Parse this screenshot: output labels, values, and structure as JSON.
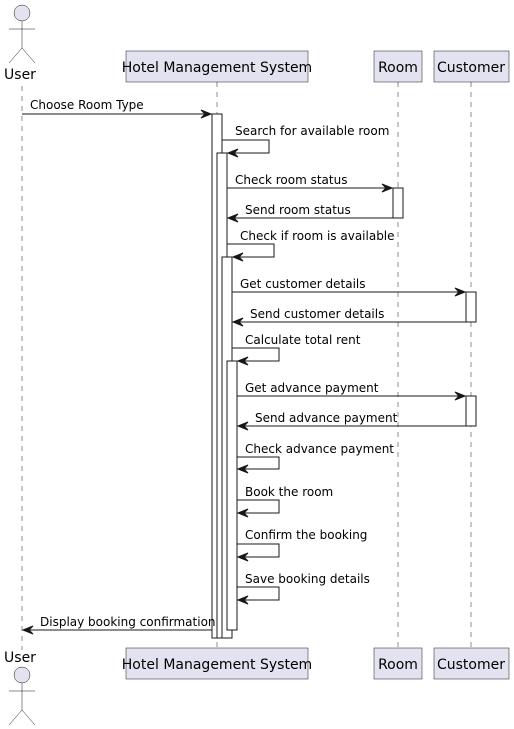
{
  "participants": [
    {
      "id": "user",
      "label": "User",
      "kind": "actor"
    },
    {
      "id": "hms",
      "label": "Hotel Management System",
      "kind": "participant"
    },
    {
      "id": "room",
      "label": "Room",
      "kind": "participant"
    },
    {
      "id": "customer",
      "label": "Customer",
      "kind": "participant"
    }
  ],
  "messages": [
    {
      "from": "user",
      "to": "hms",
      "label": "Choose Room Type",
      "style": "solid"
    },
    {
      "from": "hms",
      "to": "hms",
      "label": "Search for available room",
      "style": "solid"
    },
    {
      "from": "hms",
      "to": "room",
      "label": "Check room status",
      "style": "solid"
    },
    {
      "from": "room",
      "to": "hms",
      "label": "Send room status",
      "style": "solid"
    },
    {
      "from": "hms",
      "to": "hms",
      "label": "Check if room is available",
      "style": "solid"
    },
    {
      "from": "hms",
      "to": "customer",
      "label": "Get customer details",
      "style": "solid"
    },
    {
      "from": "customer",
      "to": "hms",
      "label": "Send customer details",
      "style": "solid"
    },
    {
      "from": "hms",
      "to": "hms",
      "label": "Calculate total rent",
      "style": "solid"
    },
    {
      "from": "hms",
      "to": "customer",
      "label": "Get advance payment",
      "style": "solid"
    },
    {
      "from": "customer",
      "to": "hms",
      "label": "Send advance payment",
      "style": "solid"
    },
    {
      "from": "hms",
      "to": "hms",
      "label": "Check advance payment",
      "style": "solid"
    },
    {
      "from": "hms",
      "to": "hms",
      "label": "Book the room",
      "style": "solid"
    },
    {
      "from": "hms",
      "to": "hms",
      "label": "Confirm the booking",
      "style": "solid"
    },
    {
      "from": "hms",
      "to": "hms",
      "label": "Save booking details",
      "style": "solid"
    },
    {
      "from": "hms",
      "to": "user",
      "label": "Display booking confirmation",
      "style": "solid"
    }
  ],
  "colors": {
    "participant_fill": "#e2e2f0",
    "line": "#181818",
    "activation_fill": "#ffffff"
  }
}
